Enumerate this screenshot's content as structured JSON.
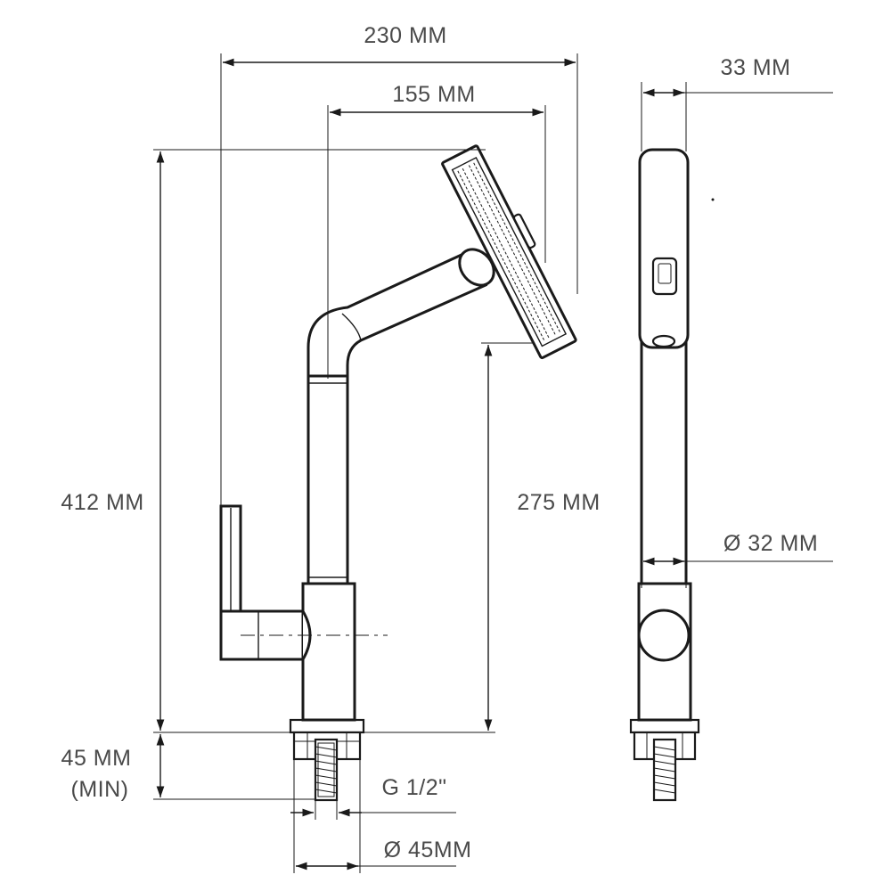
{
  "dimensions": {
    "overall_width": "230 MM",
    "reach": "155 MM",
    "head_thickness": "33 MM",
    "overall_height": "412 MM",
    "spout_clearance": "275 MM",
    "body_diameter": "Ø 32 MM",
    "shank_length": "45 MM",
    "shank_length_note": "(MIN)",
    "thread": "G 1/2\"",
    "base_diameter": "Ø 45MM"
  },
  "colors": {
    "line": "#1a1a1a",
    "text": "#4a4a4a",
    "background": "#ffffff"
  }
}
